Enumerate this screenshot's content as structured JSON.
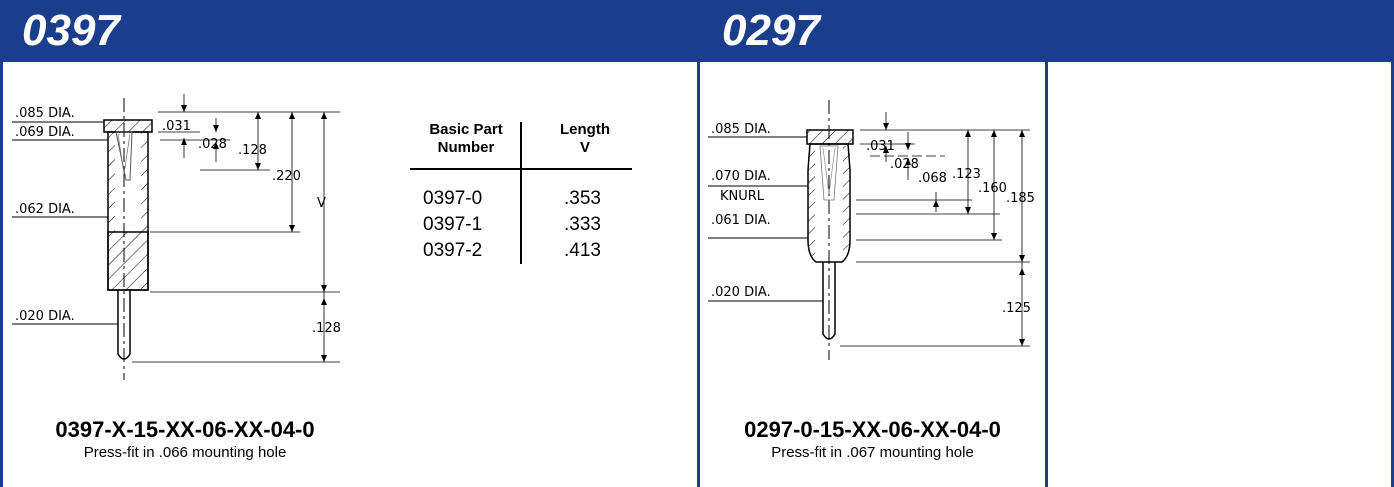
{
  "header": {
    "left_title": "0397",
    "right_title": "0297"
  },
  "left_drawing": {
    "labels": [
      ".085 DIA.",
      ".069 DIA.",
      ".062 DIA.",
      ".020 DIA."
    ],
    "dims": [
      ".031",
      ".028",
      ".128",
      ".220",
      "V",
      ".128"
    ]
  },
  "length_table": {
    "col1_header": [
      "Basic Part",
      "Number"
    ],
    "col2_header": [
      "Length",
      "V"
    ],
    "rows": [
      {
        "part": "0397-0",
        "length": ".353"
      },
      {
        "part": "0397-1",
        "length": ".333"
      },
      {
        "part": "0397-2",
        "length": ".413"
      }
    ]
  },
  "left_part": {
    "number": "0397-X-15-XX-06-XX-04-0",
    "description": "Press-fit in .066 mounting hole"
  },
  "right_drawing": {
    "labels": [
      ".085 DIA.",
      ".070 DIA.",
      "KNURL",
      ".061 DIA.",
      ".020 DIA."
    ],
    "dims": [
      ".031",
      ".028",
      ".068",
      ".123",
      ".160",
      ".185",
      ".125"
    ]
  },
  "right_part": {
    "number": "0297-0-15-XX-06-XX-04-0",
    "description": "Press-fit in .067 mounting hole"
  },
  "colors": {
    "header_bg": "#1a3d8c",
    "header_text": "#ffffff",
    "divider": "#1a3d8c"
  }
}
